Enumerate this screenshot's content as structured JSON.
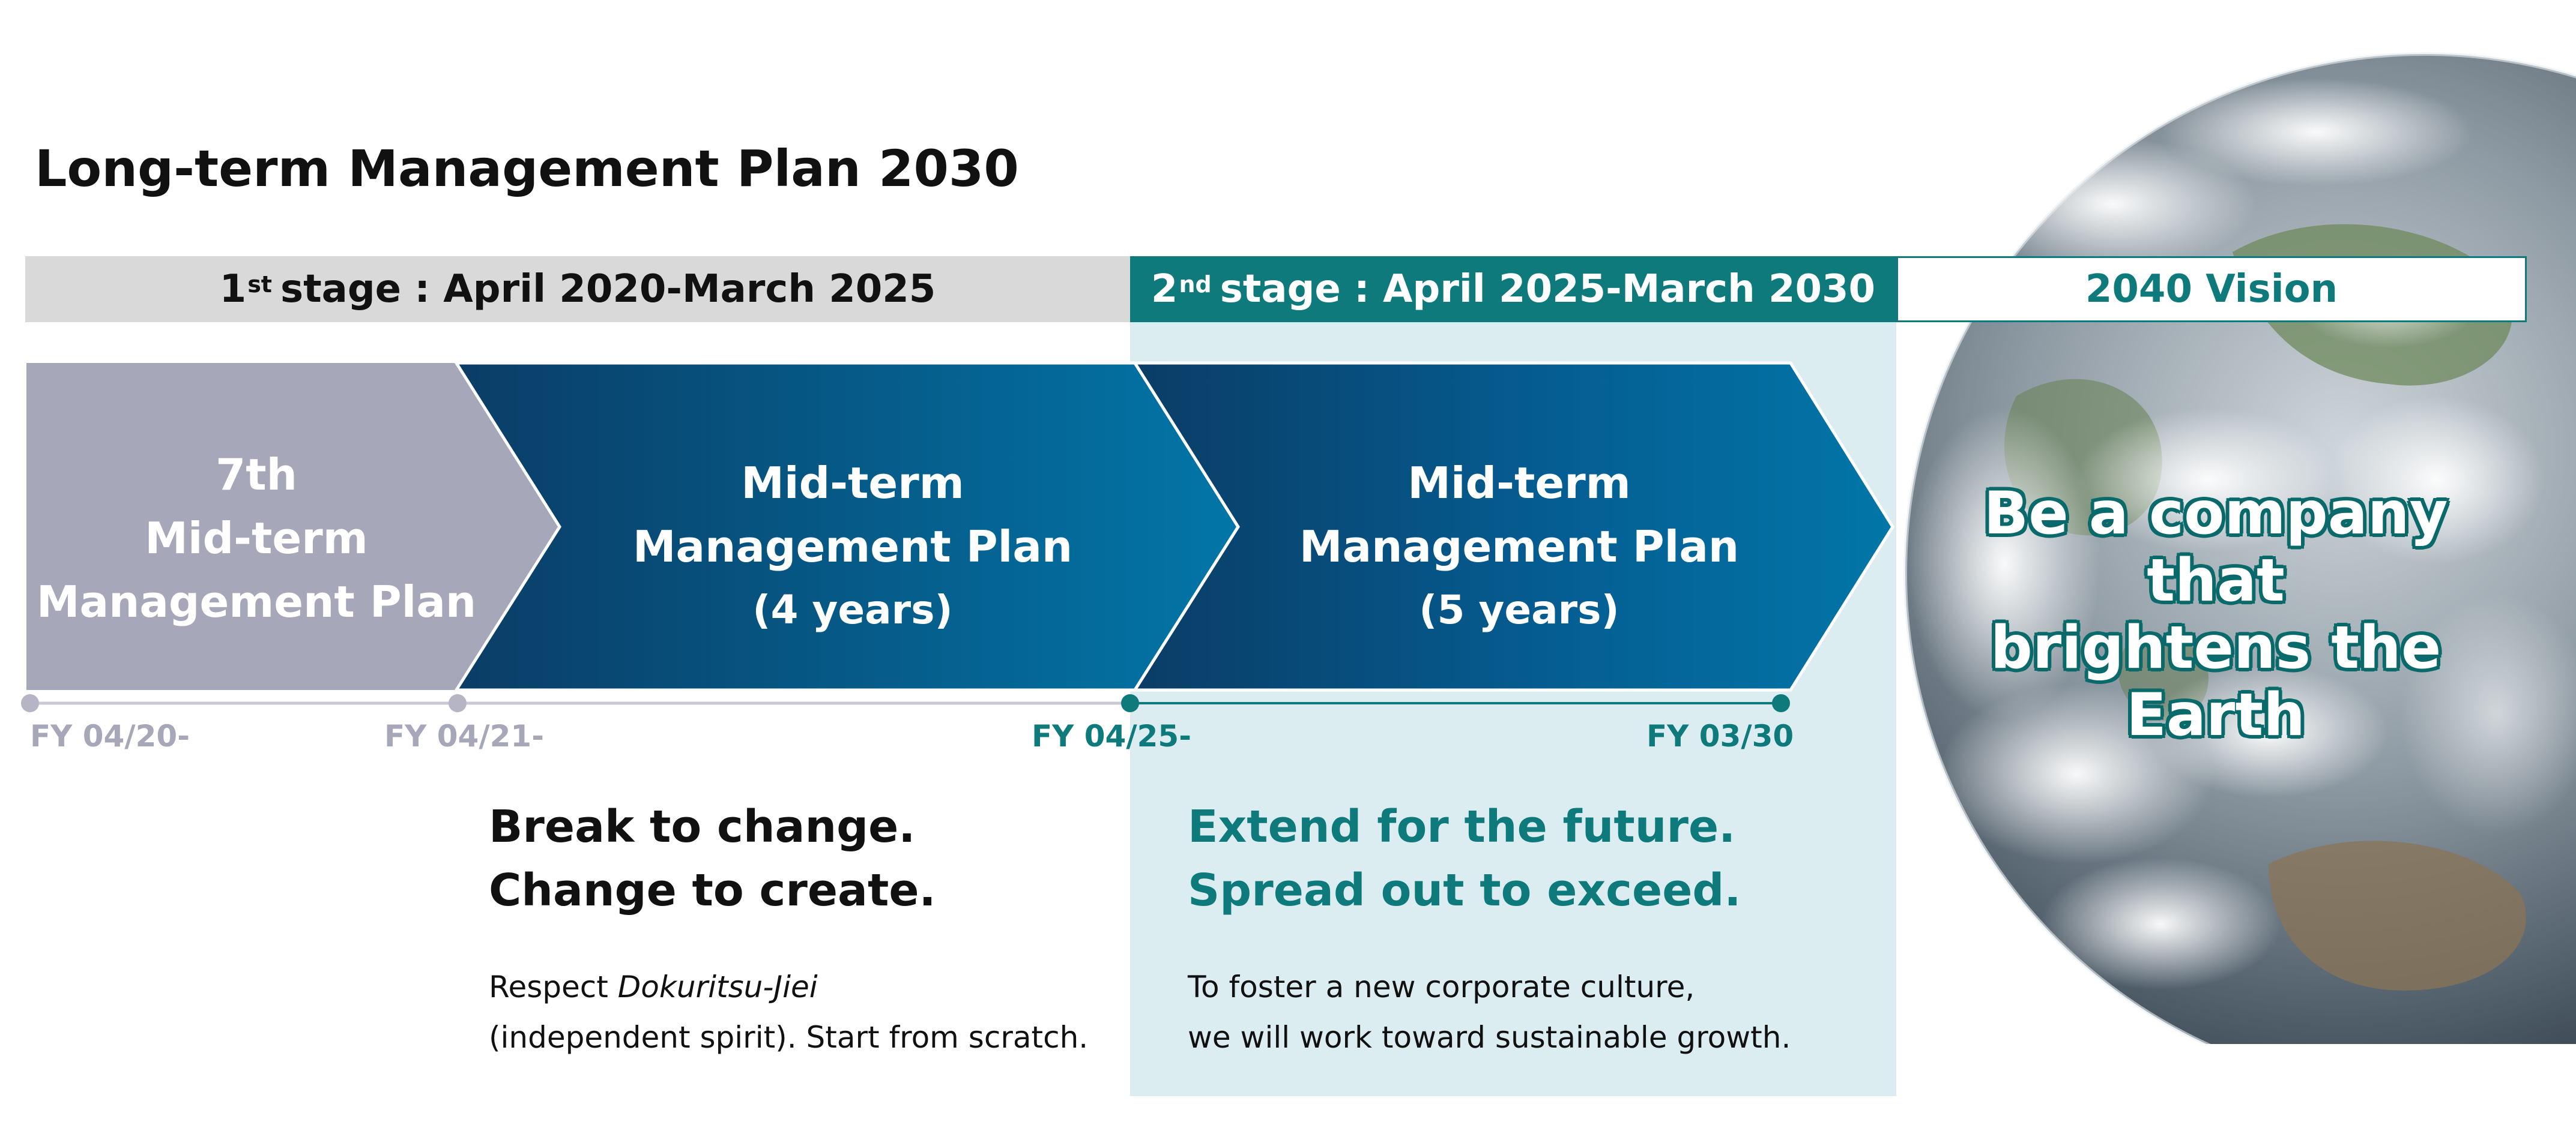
{
  "title": "Long-term Management Plan 2030",
  "stages": {
    "stage1": {
      "prefix": "1",
      "sup": "st",
      "label": "stage : April 2020-March 2025"
    },
    "stage2": {
      "prefix": "2",
      "sup": "nd",
      "label": "stage : April 2025-March 2030"
    },
    "vision": {
      "label": "2040 Vision"
    }
  },
  "plans": {
    "plan7": {
      "line1": "7th",
      "line2": "Mid-term",
      "line3": "Management Plan"
    },
    "plan4": {
      "line1": "Mid-term",
      "line2": "Management Plan",
      "line3": "(4 years)"
    },
    "plan5": {
      "line1": "Mid-term",
      "line2": "Management Plan",
      "line3": "(5 years)"
    }
  },
  "timeline": {
    "fy1": "FY 04/20-",
    "fy2": "FY 04/21-",
    "fy3": "FY 04/25-",
    "fy4": "FY 03/30"
  },
  "stage1_message": {
    "slogan1": "Break to change.",
    "slogan2": "Change to create.",
    "note1_prefix": "Respect ",
    "note1_italic": "Dokuritsu-Jiei",
    "note2": "(independent spirit). Start from scratch."
  },
  "stage2_message": {
    "slogan1": "Extend for the future.",
    "slogan2": "Spread out to exceed.",
    "note1": "To foster a new corporate culture,",
    "note2": "we will work toward sustainable growth."
  },
  "vision_slogan": {
    "line1": "Be a company that",
    "line2": "brightens the Earth"
  },
  "colors": {
    "teal": "#0e7a7c",
    "grey_arrow": "#a7a7ba",
    "blue_dark": "#0a3d66",
    "blue_light": "#0274a6",
    "highlight_bg": "#dbedf0",
    "stage1_bar": "#d9d9d9"
  }
}
